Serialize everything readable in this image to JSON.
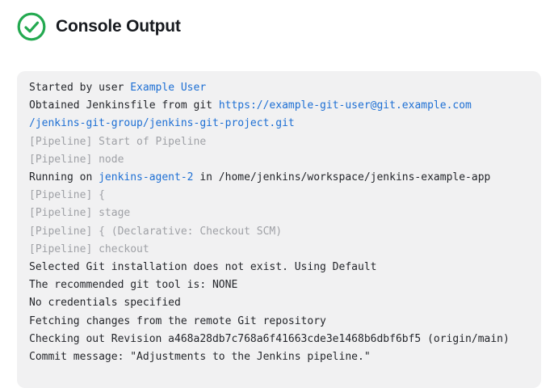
{
  "colors": {
    "accent_green": "#23a950",
    "link_blue": "#1d6fd4",
    "muted_gray": "#9fa1a6",
    "text_dark": "#24262b",
    "console_bg": "#f1f1f2"
  },
  "header": {
    "title": "Console Output",
    "status_icon": "success-check-circle-icon"
  },
  "console": {
    "lines": [
      {
        "segments": [
          {
            "text": "Started by user ",
            "style": "plain"
          },
          {
            "text": "Example User",
            "style": "link"
          }
        ]
      },
      {
        "segments": [
          {
            "text": "Obtained Jenkinsfile from git ",
            "style": "plain"
          },
          {
            "text": "https://example-git-user@git.example.com",
            "style": "link"
          }
        ]
      },
      {
        "segments": [
          {
            "text": "/jenkins-git-group/jenkins-git-project.git",
            "style": "link"
          }
        ]
      },
      {
        "segments": [
          {
            "text": "[Pipeline] Start of Pipeline",
            "style": "muted"
          }
        ]
      },
      {
        "segments": [
          {
            "text": "[Pipeline] node",
            "style": "muted"
          }
        ]
      },
      {
        "segments": [
          {
            "text": "Running on ",
            "style": "plain"
          },
          {
            "text": "jenkins-agent-2",
            "style": "link"
          },
          {
            "text": " in /home/jenkins/workspace/jenkins-example-app",
            "style": "plain"
          }
        ]
      },
      {
        "segments": [
          {
            "text": "[Pipeline] {",
            "style": "muted"
          }
        ]
      },
      {
        "segments": [
          {
            "text": "[Pipeline] stage",
            "style": "muted"
          }
        ]
      },
      {
        "segments": [
          {
            "text": "[Pipeline] { (Declarative: Checkout SCM)",
            "style": "muted"
          }
        ]
      },
      {
        "segments": [
          {
            "text": "[Pipeline] checkout",
            "style": "muted"
          }
        ]
      },
      {
        "segments": [
          {
            "text": "Selected Git installation does not exist. Using Default",
            "style": "plain"
          }
        ]
      },
      {
        "segments": [
          {
            "text": "The recommended git tool is: NONE",
            "style": "plain"
          }
        ]
      },
      {
        "segments": [
          {
            "text": "No credentials specified",
            "style": "plain"
          }
        ]
      },
      {
        "segments": [
          {
            "text": "Fetching changes from the remote Git repository",
            "style": "plain"
          }
        ]
      },
      {
        "segments": [
          {
            "text": "Checking out Revision a468a28db7c768a6f41663cde3e1468b6dbf6bf5 (origin/main)",
            "style": "plain"
          }
        ]
      },
      {
        "segments": [
          {
            "text": "Commit message: \"Adjustments to the Jenkins pipeline.\"",
            "style": "plain"
          }
        ]
      }
    ]
  }
}
